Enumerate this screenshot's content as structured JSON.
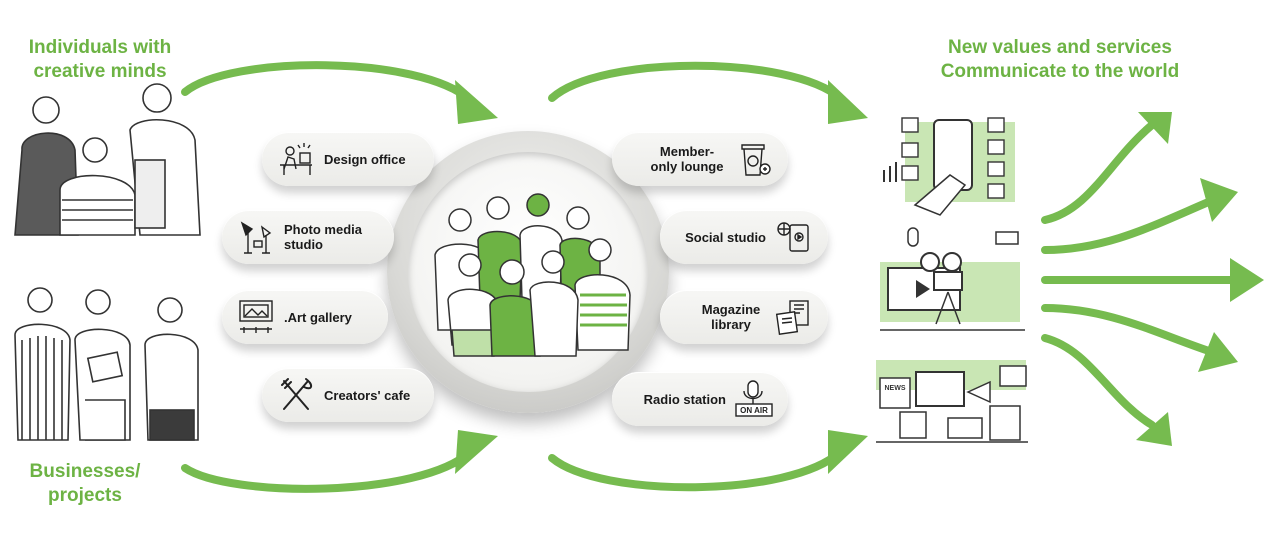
{
  "headings": {
    "individuals": "Individuals with creative minds",
    "businesses": "Businesses/ projects",
    "new_values": "New values and services",
    "communicate": "Communicate to the world"
  },
  "facilities_left": [
    {
      "label": "Design office",
      "icon": "desk-worker-icon"
    },
    {
      "label": "Photo media studio",
      "icon": "studio-light-icon"
    },
    {
      "label": ".Art gallery",
      "icon": "picture-frame-icon"
    },
    {
      "label": "Creators' cafe",
      "icon": "fork-knife-icon"
    }
  ],
  "facilities_right": [
    {
      "label": "Member-only lounge",
      "icon": "coffee-cup-icon"
    },
    {
      "label": "Social studio",
      "icon": "social-media-icon"
    },
    {
      "label": "Magazine library",
      "icon": "magazines-icon"
    },
    {
      "label": "Radio station",
      "icon": "microphone-icon"
    }
  ],
  "badges": {
    "on_air": "ON AIR",
    "news": "NEWS"
  },
  "colors": {
    "accent": "#6db344",
    "pill": "#eeeeeb",
    "text": "#1a1a1a",
    "line_art": "#333333"
  }
}
